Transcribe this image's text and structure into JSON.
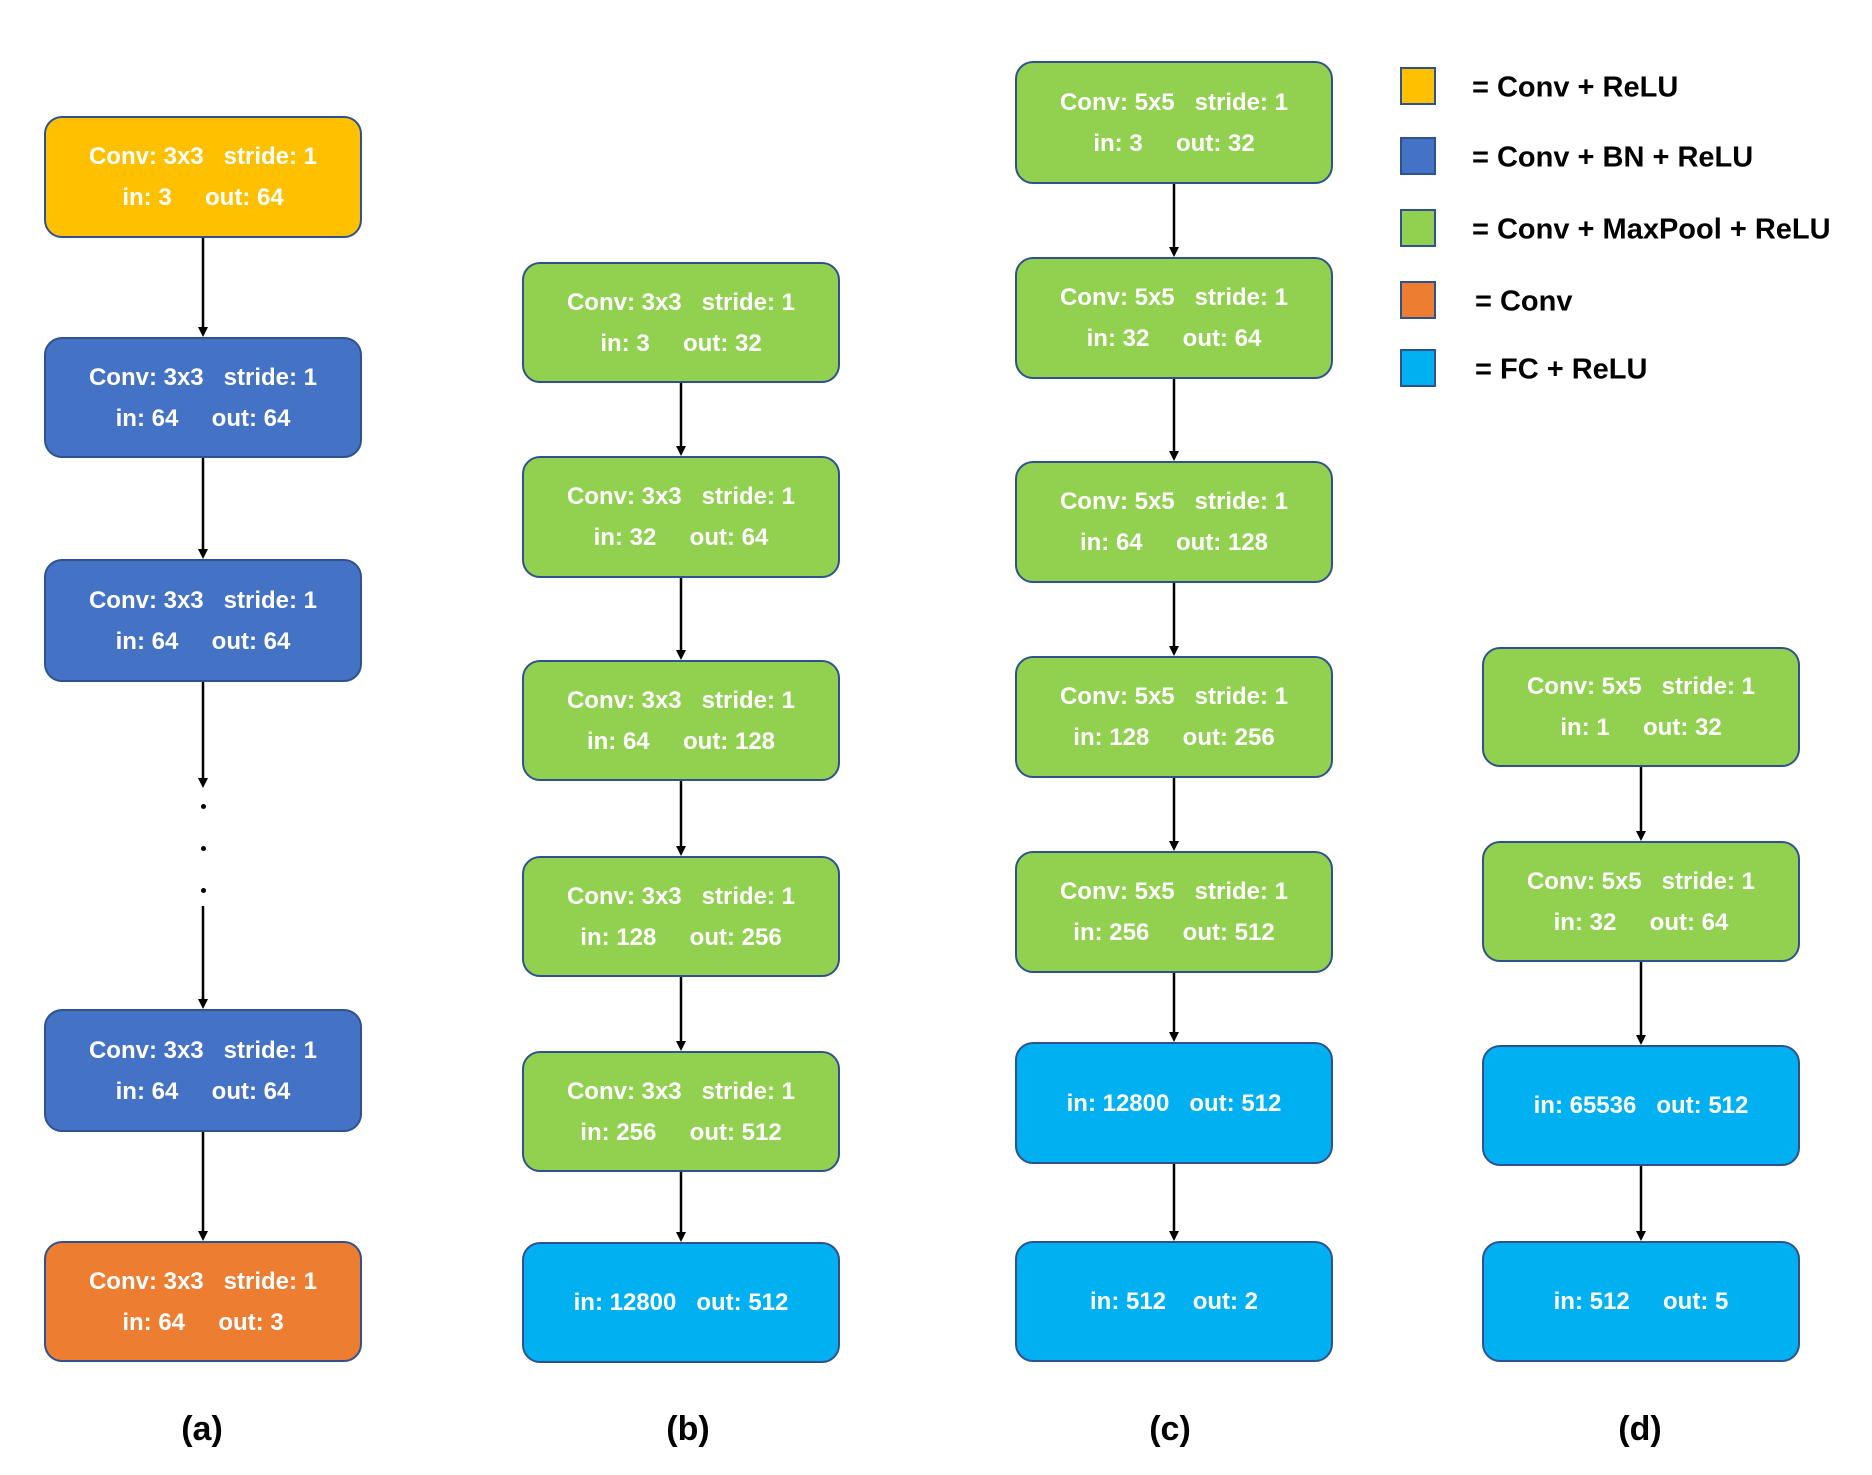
{
  "colors": {
    "conv_relu": "#FFC000",
    "conv_bn_relu": "#4472C4",
    "conv_maxpool_relu": "#92D050",
    "conv": "#ED7D31",
    "fc_relu": "#00B0F0",
    "border": "#2F528F"
  },
  "legend": [
    {
      "type": "conv_relu",
      "label": "= Conv + ReLU"
    },
    {
      "type": "conv_bn_relu",
      "label": "= Conv + BN + ReLU"
    },
    {
      "type": "conv_maxpool_relu",
      "label": "= Conv + MaxPool + ReLU"
    },
    {
      "type": "conv",
      "label": "= Conv"
    },
    {
      "type": "fc_relu",
      "label": "= FC + ReLU"
    }
  ],
  "columns": [
    {
      "label": "(a)",
      "ellipsis_after": 2,
      "blocks": [
        {
          "type": "conv_relu",
          "line1": "Conv: 3x3   stride: 1",
          "line2": "in: 3     out: 64"
        },
        {
          "type": "conv_bn_relu",
          "line1": "Conv: 3x3   stride: 1",
          "line2": "in: 64     out: 64"
        },
        {
          "type": "conv_bn_relu",
          "line1": "Conv: 3x3   stride: 1",
          "line2": "in: 64     out: 64"
        },
        {
          "type": "conv_bn_relu",
          "line1": "Conv: 3x3   stride: 1",
          "line2": "in: 64     out: 64"
        },
        {
          "type": "conv",
          "line1": "Conv: 3x3   stride: 1",
          "line2": "in: 64     out: 3"
        }
      ]
    },
    {
      "label": "(b)",
      "blocks": [
        {
          "type": "conv_maxpool_relu",
          "line1": "Conv: 3x3   stride: 1",
          "line2": "in: 3     out: 32"
        },
        {
          "type": "conv_maxpool_relu",
          "line1": "Conv: 3x3   stride: 1",
          "line2": "in: 32     out: 64"
        },
        {
          "type": "conv_maxpool_relu",
          "line1": "Conv: 3x3   stride: 1",
          "line2": "in: 64     out: 128"
        },
        {
          "type": "conv_maxpool_relu",
          "line1": "Conv: 3x3   stride: 1",
          "line2": "in: 128     out: 256"
        },
        {
          "type": "conv_maxpool_relu",
          "line1": "Conv: 3x3   stride: 1",
          "line2": "in: 256     out: 512"
        },
        {
          "type": "fc_relu",
          "line1": "in: 12800   out: 512"
        }
      ]
    },
    {
      "label": "(c)",
      "blocks": [
        {
          "type": "conv_maxpool_relu",
          "line1": "Conv: 5x5   stride: 1",
          "line2": "in: 3     out: 32"
        },
        {
          "type": "conv_maxpool_relu",
          "line1": "Conv: 5x5   stride: 1",
          "line2": "in: 32     out: 64"
        },
        {
          "type": "conv_maxpool_relu",
          "line1": "Conv: 5x5   stride: 1",
          "line2": "in: 64     out: 128"
        },
        {
          "type": "conv_maxpool_relu",
          "line1": "Conv: 5x5   stride: 1",
          "line2": "in: 128     out: 256"
        },
        {
          "type": "conv_maxpool_relu",
          "line1": "Conv: 5x5   stride: 1",
          "line2": "in: 256     out: 512"
        },
        {
          "type": "fc_relu",
          "line1": "in: 12800   out: 512"
        },
        {
          "type": "fc_relu",
          "line1": "in: 512    out: 2"
        }
      ]
    },
    {
      "label": "(d)",
      "blocks": [
        {
          "type": "conv_maxpool_relu",
          "line1": "Conv: 5x5   stride: 1",
          "line2": "in: 1     out: 32"
        },
        {
          "type": "conv_maxpool_relu",
          "line1": "Conv: 5x5   stride: 1",
          "line2": "in: 32     out: 64"
        },
        {
          "type": "fc_relu",
          "line1": "in: 65536   out: 512"
        },
        {
          "type": "fc_relu",
          "line1": "in: 512     out: 5"
        }
      ]
    }
  ]
}
